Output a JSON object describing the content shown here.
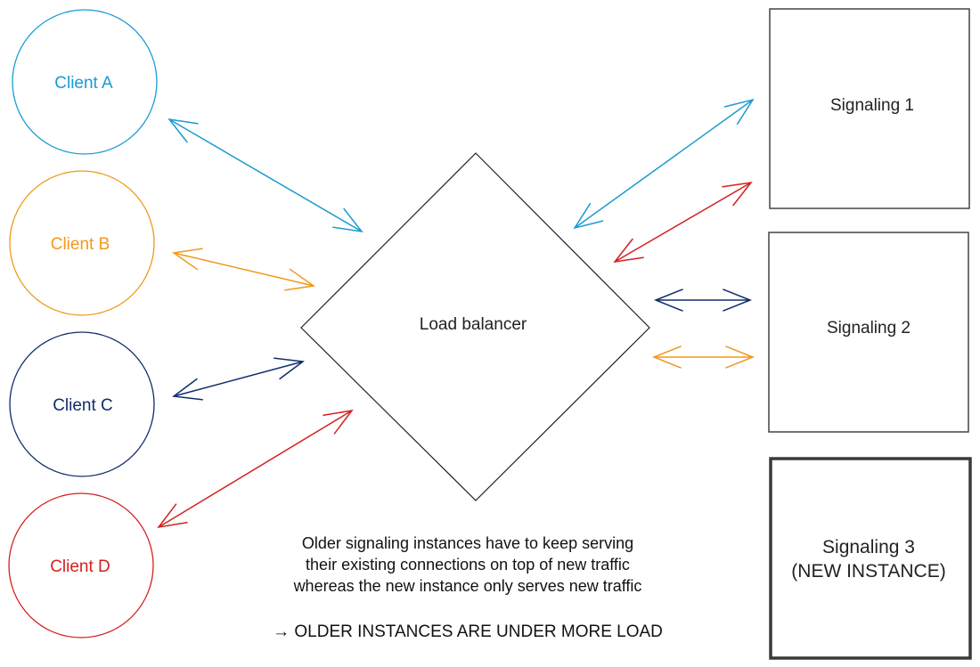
{
  "diagram": {
    "clients": [
      {
        "id": "a",
        "label": "Client A",
        "color": "#1a9bd2"
      },
      {
        "id": "b",
        "label": "Client B",
        "color": "#f0991c"
      },
      {
        "id": "c",
        "label": "Client C",
        "color": "#0f2d6b"
      },
      {
        "id": "d",
        "label": "Client D",
        "color": "#d4201f"
      }
    ],
    "load_balancer": {
      "label": "Load balancer",
      "color": "#222222"
    },
    "signaling": [
      {
        "id": "s1",
        "lines": [
          "Signaling 1"
        ],
        "new": false
      },
      {
        "id": "s2",
        "lines": [
          "Signaling 2"
        ],
        "new": false
      },
      {
        "id": "s3",
        "lines": [
          "Signaling 3",
          "(NEW INSTANCE)"
        ],
        "new": true
      }
    ],
    "connections": [
      {
        "from": "client-a",
        "to": "load-balancer",
        "color": "#1a9bd2"
      },
      {
        "from": "client-b",
        "to": "load-balancer",
        "color": "#f0991c"
      },
      {
        "from": "client-c",
        "to": "load-balancer",
        "color": "#0f2d6b"
      },
      {
        "from": "client-d",
        "to": "load-balancer",
        "color": "#d4201f"
      },
      {
        "from": "load-balancer",
        "to": "signaling-1",
        "color": "#1a9bd2"
      },
      {
        "from": "load-balancer",
        "to": "signaling-1",
        "color": "#d4201f"
      },
      {
        "from": "load-balancer",
        "to": "signaling-2",
        "color": "#0f2d6b"
      },
      {
        "from": "load-balancer",
        "to": "signaling-2",
        "color": "#f0991c"
      }
    ],
    "note": {
      "lines": [
        "Older signaling instances have to keep serving",
        "their existing connections on top of new traffic",
        "whereas the new instance only serves new traffic"
      ],
      "conclusion": "→ OLDER INSTANCES ARE UNDER MORE LOAD"
    }
  }
}
